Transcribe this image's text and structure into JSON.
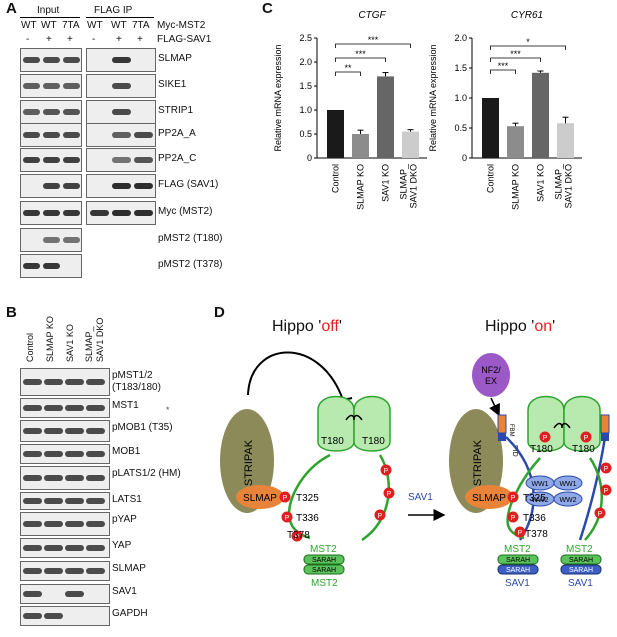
{
  "panels": {
    "a": "A",
    "b": "B",
    "c": "C",
    "d": "D"
  },
  "panel_a": {
    "group_input": "Input",
    "group_flag": "FLAG IP",
    "col_labels": [
      "WT",
      "WT",
      "7TA",
      "WT",
      "WT",
      "7TA"
    ],
    "myc_label": "Myc-MST2",
    "sav_signs": [
      "-",
      "+",
      "+",
      "-",
      "+",
      "+"
    ],
    "sav_label": "FLAG-SAV1",
    "rows": [
      "SLMAP",
      "SIKE1",
      "STRIP1",
      "PP2A_A",
      "PP2A_C",
      "FLAG (SAV1)",
      "Myc (MST2)",
      "pMST2 (T180)",
      "pMST2 (T378)"
    ]
  },
  "panel_b": {
    "lanes": [
      "Control",
      "SLMAP KO",
      "SAV1 KO",
      "SLMAP_",
      "SAV1 DKO"
    ],
    "rows": [
      "pMST1/2",
      "(T183/180)",
      "MST1",
      "pMOB1 (T35)",
      "MOB1",
      "pLATS1/2 (HM)",
      "LATS1",
      "pYAP",
      "YAP",
      "SLMAP",
      "SAV1",
      "GAPDH"
    ],
    "asterisk": "*"
  },
  "chart_data": [
    {
      "type": "bar",
      "title": "CTGF",
      "ylabel": "Relative mRNA expression",
      "ylim": [
        0,
        2.5
      ],
      "yticks": [
        "0",
        "0.5",
        "1.0",
        "1.5",
        "2.0",
        "2.5"
      ],
      "categories": [
        "Control",
        "SLMAP KO",
        "SAV1 KO",
        "SLMAP_",
        "SAV1 DKO"
      ],
      "values": [
        1.0,
        0.5,
        1.7,
        0.55
      ],
      "errors": [
        0,
        0.08,
        0.08,
        0.04
      ],
      "colors": [
        "#1a1a1a",
        "#8c8c8c",
        "#666666",
        "#cccccc"
      ],
      "significance": [
        "**",
        "***",
        "***"
      ]
    },
    {
      "type": "bar",
      "title": "CYR61",
      "ylabel": "Relative mRNA expression",
      "ylim": [
        0,
        2.0
      ],
      "yticks": [
        "0",
        "0.5",
        "1.0",
        "1.5",
        "2.0"
      ],
      "categories": [
        "Control",
        "SLMAP KO",
        "SAV1 KO",
        "SLMAP_",
        "SAV1 DKO"
      ],
      "values": [
        1.0,
        0.53,
        1.42,
        0.58
      ],
      "errors": [
        0,
        0.05,
        0.03,
        0.1
      ],
      "colors": [
        "#1a1a1a",
        "#8c8c8c",
        "#666666",
        "#cccccc"
      ],
      "significance": [
        "***",
        "***",
        "*"
      ]
    }
  ],
  "panel_d": {
    "title_off_pre": "Hippo '",
    "title_off_word": "off",
    "title_off_post": "'",
    "title_on_pre": "Hippo '",
    "title_on_word": "on",
    "title_on_post": "'",
    "stripak": "STRIPAK",
    "slmap": "SLMAP",
    "t180": "T180",
    "t325": "T325",
    "t336": "T336",
    "t378": "T378",
    "mst2": "MST2",
    "sarah": "SARAH",
    "sav1": "SAV1",
    "arrow_label": "SAV1",
    "nf2_line1": "NF2/",
    "nf2_line2": "EX",
    "pid": "PID",
    "fbm": "FBM",
    "p": "P",
    "ww1": "WW1",
    "ww2": "WW2",
    "colors": {
      "red": "#e02020",
      "green": "#2ea32e",
      "blue": "#2a4aa8",
      "orange": "#e8843a",
      "stripak": "#8b8a58",
      "nf2": "#9b59c7"
    }
  }
}
